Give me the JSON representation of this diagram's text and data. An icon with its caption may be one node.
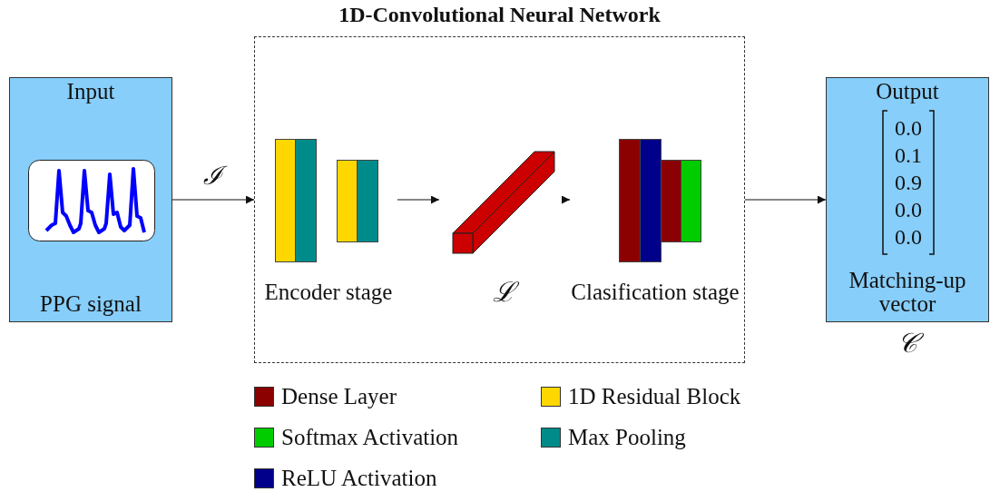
{
  "diagram": {
    "nodes": [
      {
        "text": [
          "Input",
          "PPG signal"
        ]
      },
      {
        "text": [
          "1D-Convolutional Neural Network"
        ]
      },
      {
        "text": [
          "Encoder stage"
        ],
        "in": 1
      },
      {
        "text": [
          "ℒ"
        ],
        "in": 1
      },
      {
        "text": [
          "Clasification stage"
        ],
        "in": 1
      },
      {
        "text": [
          "Output",
          "0.0",
          "0.1",
          "0.9",
          "0.0",
          "0.0",
          "Matching-up vector"
        ],
        "beside": [
          "𝒞"
        ]
      }
    ],
    "edges": [
      {
        "from": 0,
        "to": 1,
        "arrow": "to",
        "label": "ℐ"
      },
      {
        "from": 2,
        "to": 3,
        "arrow": "to"
      },
      {
        "from": 3,
        "to": 4,
        "arrow": "to"
      },
      {
        "from": 1,
        "to": 5,
        "arrow": "to"
      }
    ],
    "legend": [
      {
        "text": "Dense Layer",
        "color": "#8b0000"
      },
      {
        "text": "1D Residual Block",
        "color": "#ffd700"
      },
      {
        "text": "Softmax Activation",
        "color": "#00cc00"
      },
      {
        "text": "Max Pooling",
        "color": "#008b8b"
      },
      {
        "text": "ReLU Activation",
        "color": "#00008b"
      }
    ]
  }
}
